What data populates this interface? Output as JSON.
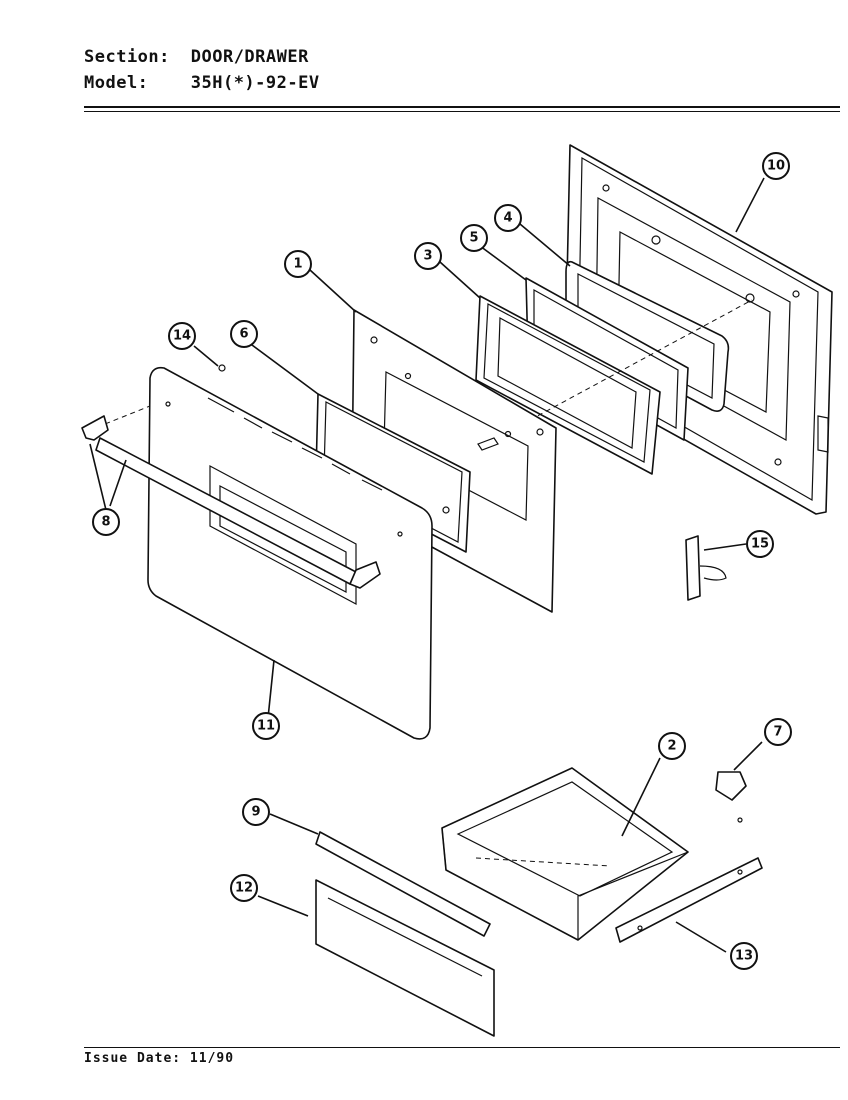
{
  "header": {
    "section_label": "Section:",
    "section_value": "DOOR/DRAWER",
    "model_label": "Model:",
    "model_value": "35H(*)-92-EV"
  },
  "footer": {
    "issue_date": "Issue Date: 11/90"
  },
  "callouts": [
    "1",
    "2",
    "3",
    "4",
    "5",
    "6",
    "7",
    "8",
    "9",
    "10",
    "11",
    "12",
    "13",
    "14",
    "15"
  ]
}
